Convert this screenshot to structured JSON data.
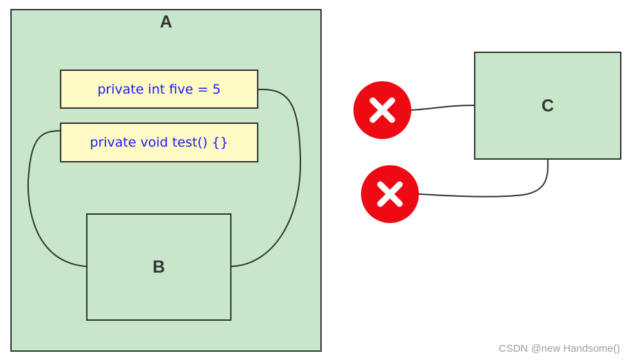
{
  "diagram": {
    "boxes": {
      "a": {
        "label": "A"
      },
      "b": {
        "label": "B"
      },
      "c": {
        "label": "C"
      }
    },
    "members": {
      "field": "private int five = 5",
      "method": "private void test() {}"
    },
    "access_markers": {
      "icon": "x-circle-icon",
      "color": "#ee0a12"
    }
  },
  "colors": {
    "class_fill": "#c8e6c9",
    "member_fill": "#fff9c4",
    "member_text": "#1a1aff",
    "outline": "#333333"
  },
  "watermark": "CSDN @new Handsome()"
}
